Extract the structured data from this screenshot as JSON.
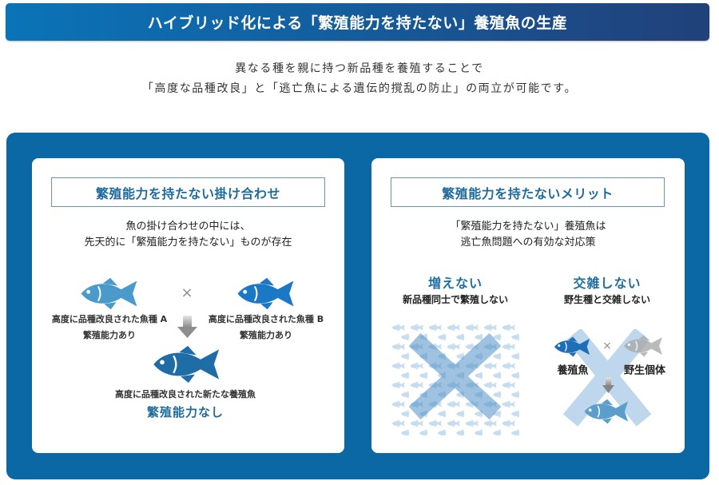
{
  "header": {
    "title": "ハイブリッド化による「繁殖能力を持たない」養殖魚の生産"
  },
  "intro": {
    "line1": "異なる種を親に持つ新品種を養殖することで",
    "line2": "「高度な品種改良」と「逃亡魚による遺伝的撹乱の防止」の両立が可能です。"
  },
  "panels": {
    "left": {
      "title": "繁殖能力を持たない掛け合わせ",
      "desc_line1": "魚の掛け合わせの中には、",
      "desc_line2": "先天的に「繁殖能力を持たない」ものが存在",
      "parent_a": {
        "icon": "fish-icon",
        "label_line1": "高度に品種改良された魚種 A",
        "label_line2": "繁殖能力あり",
        "color": "#4a9bcb"
      },
      "cross_symbol": "×",
      "parent_b": {
        "icon": "fish-icon",
        "label_line1": "高度に品種改良された魚種 B",
        "label_line2": "繁殖能力あり",
        "color": "#1b78c4"
      },
      "arrow_icon": "arrow-down-icon",
      "offspring": {
        "icon": "fish-icon",
        "label_line1": "高度に品種改良された新たな養殖魚",
        "label_line2": "繁殖能力なし",
        "color": "#1f6da6"
      }
    },
    "right": {
      "title": "繁殖能力を持たないメリット",
      "desc_line1": "「繁殖能力を持たない」養殖魚は",
      "desc_line2": "逃亡魚問題への有効な対応策",
      "merits": [
        {
          "heading": "増えない",
          "subheading": "新品種同士で繁殖しない",
          "graphic": "fish-school-crossed-out"
        },
        {
          "heading": "交雑しない",
          "subheading": "野生種と交雑しない",
          "farmed_label": "養殖魚",
          "wild_label": "野生個体",
          "cross_symbol": "×",
          "graphic": "hybridization-crossed-out"
        }
      ]
    }
  },
  "colors": {
    "header_gradient_start": "#0a74b8",
    "header_gradient_end": "#20417a",
    "outer_box": "#0b68a4",
    "accent_text": "#1f6b9e",
    "title_box_border": "#6f93b2",
    "pattern_fish": "#c6ddef",
    "cross_overlay": "#5f9dcc",
    "wild_fish": "#b0b0b0"
  }
}
